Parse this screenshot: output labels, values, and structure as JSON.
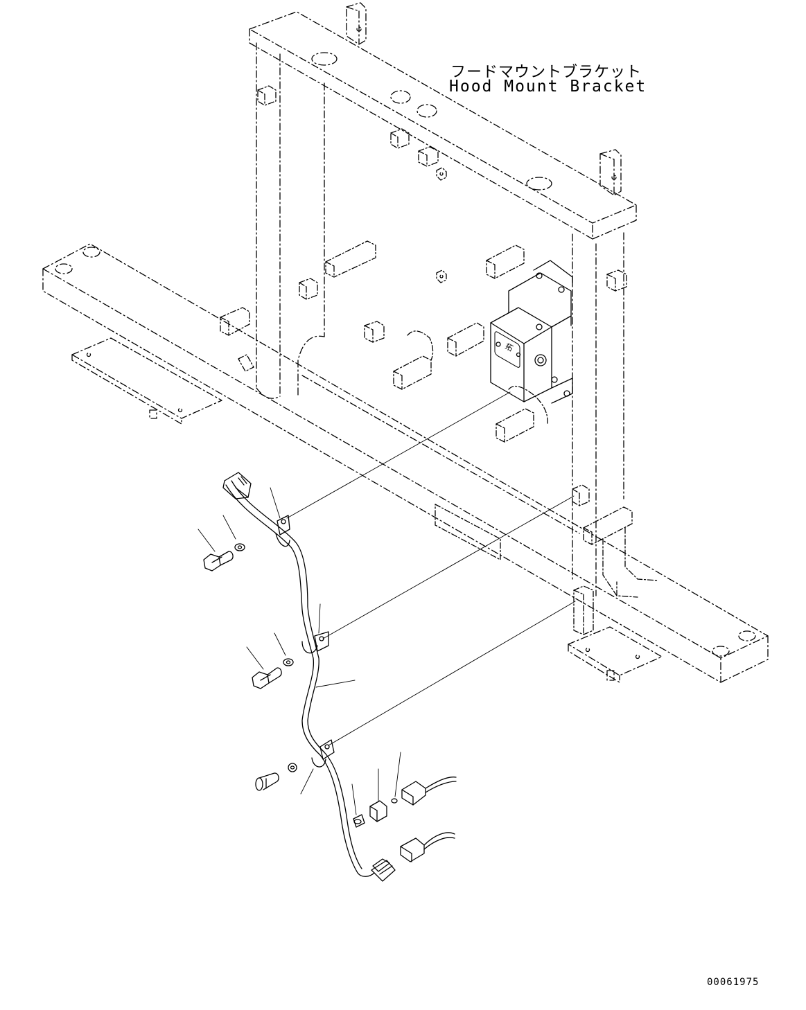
{
  "callout": {
    "japanese": "フードマウントブラケット",
    "english": "Hood Mount Bracket"
  },
  "figure_code": "00061975"
}
